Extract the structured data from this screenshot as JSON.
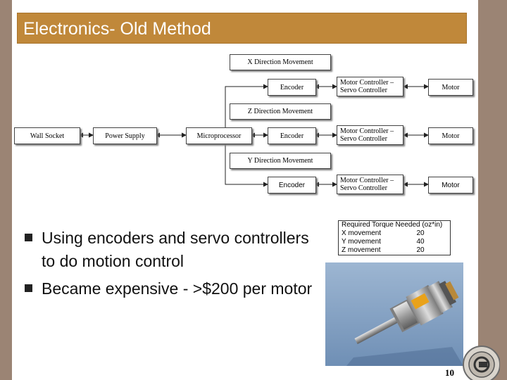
{
  "title": "Electronics- Old Method",
  "diagram": {
    "x_section": {
      "label": "X Direction Movement",
      "encoder": "Encoder",
      "controller": "Motor Controller – Servo Controller",
      "motor": "Motor"
    },
    "z_section": {
      "label": "Z Direction Movement",
      "encoder": "Encoder",
      "controller": "Motor Controller – Servo Controller",
      "motor": "Motor"
    },
    "y_section": {
      "label": "Y Direction Movement",
      "encoder": "Encoder",
      "controller": "Motor Controller – Servo Controller",
      "motor": "Motor"
    },
    "chain": {
      "wall_socket": "Wall Socket",
      "power_supply": "Power Supply",
      "microprocessor": "Microprocessor"
    }
  },
  "bullets": [
    "Using encoders and servo controllers to do motion control",
    "Became expensive - >$200 per motor"
  ],
  "torque_table": {
    "title": "Required Torque Needed (oz*in)",
    "rows": [
      {
        "label": "X movement",
        "value": "20"
      },
      {
        "label": "Y movement",
        "value": "40"
      },
      {
        "label": "Z movement",
        "value": "20"
      }
    ]
  },
  "page_number": "10",
  "colors": {
    "title_bar": "#c0883a",
    "side_bars": "#9b8474",
    "photo_background": "#8aa7c8"
  }
}
